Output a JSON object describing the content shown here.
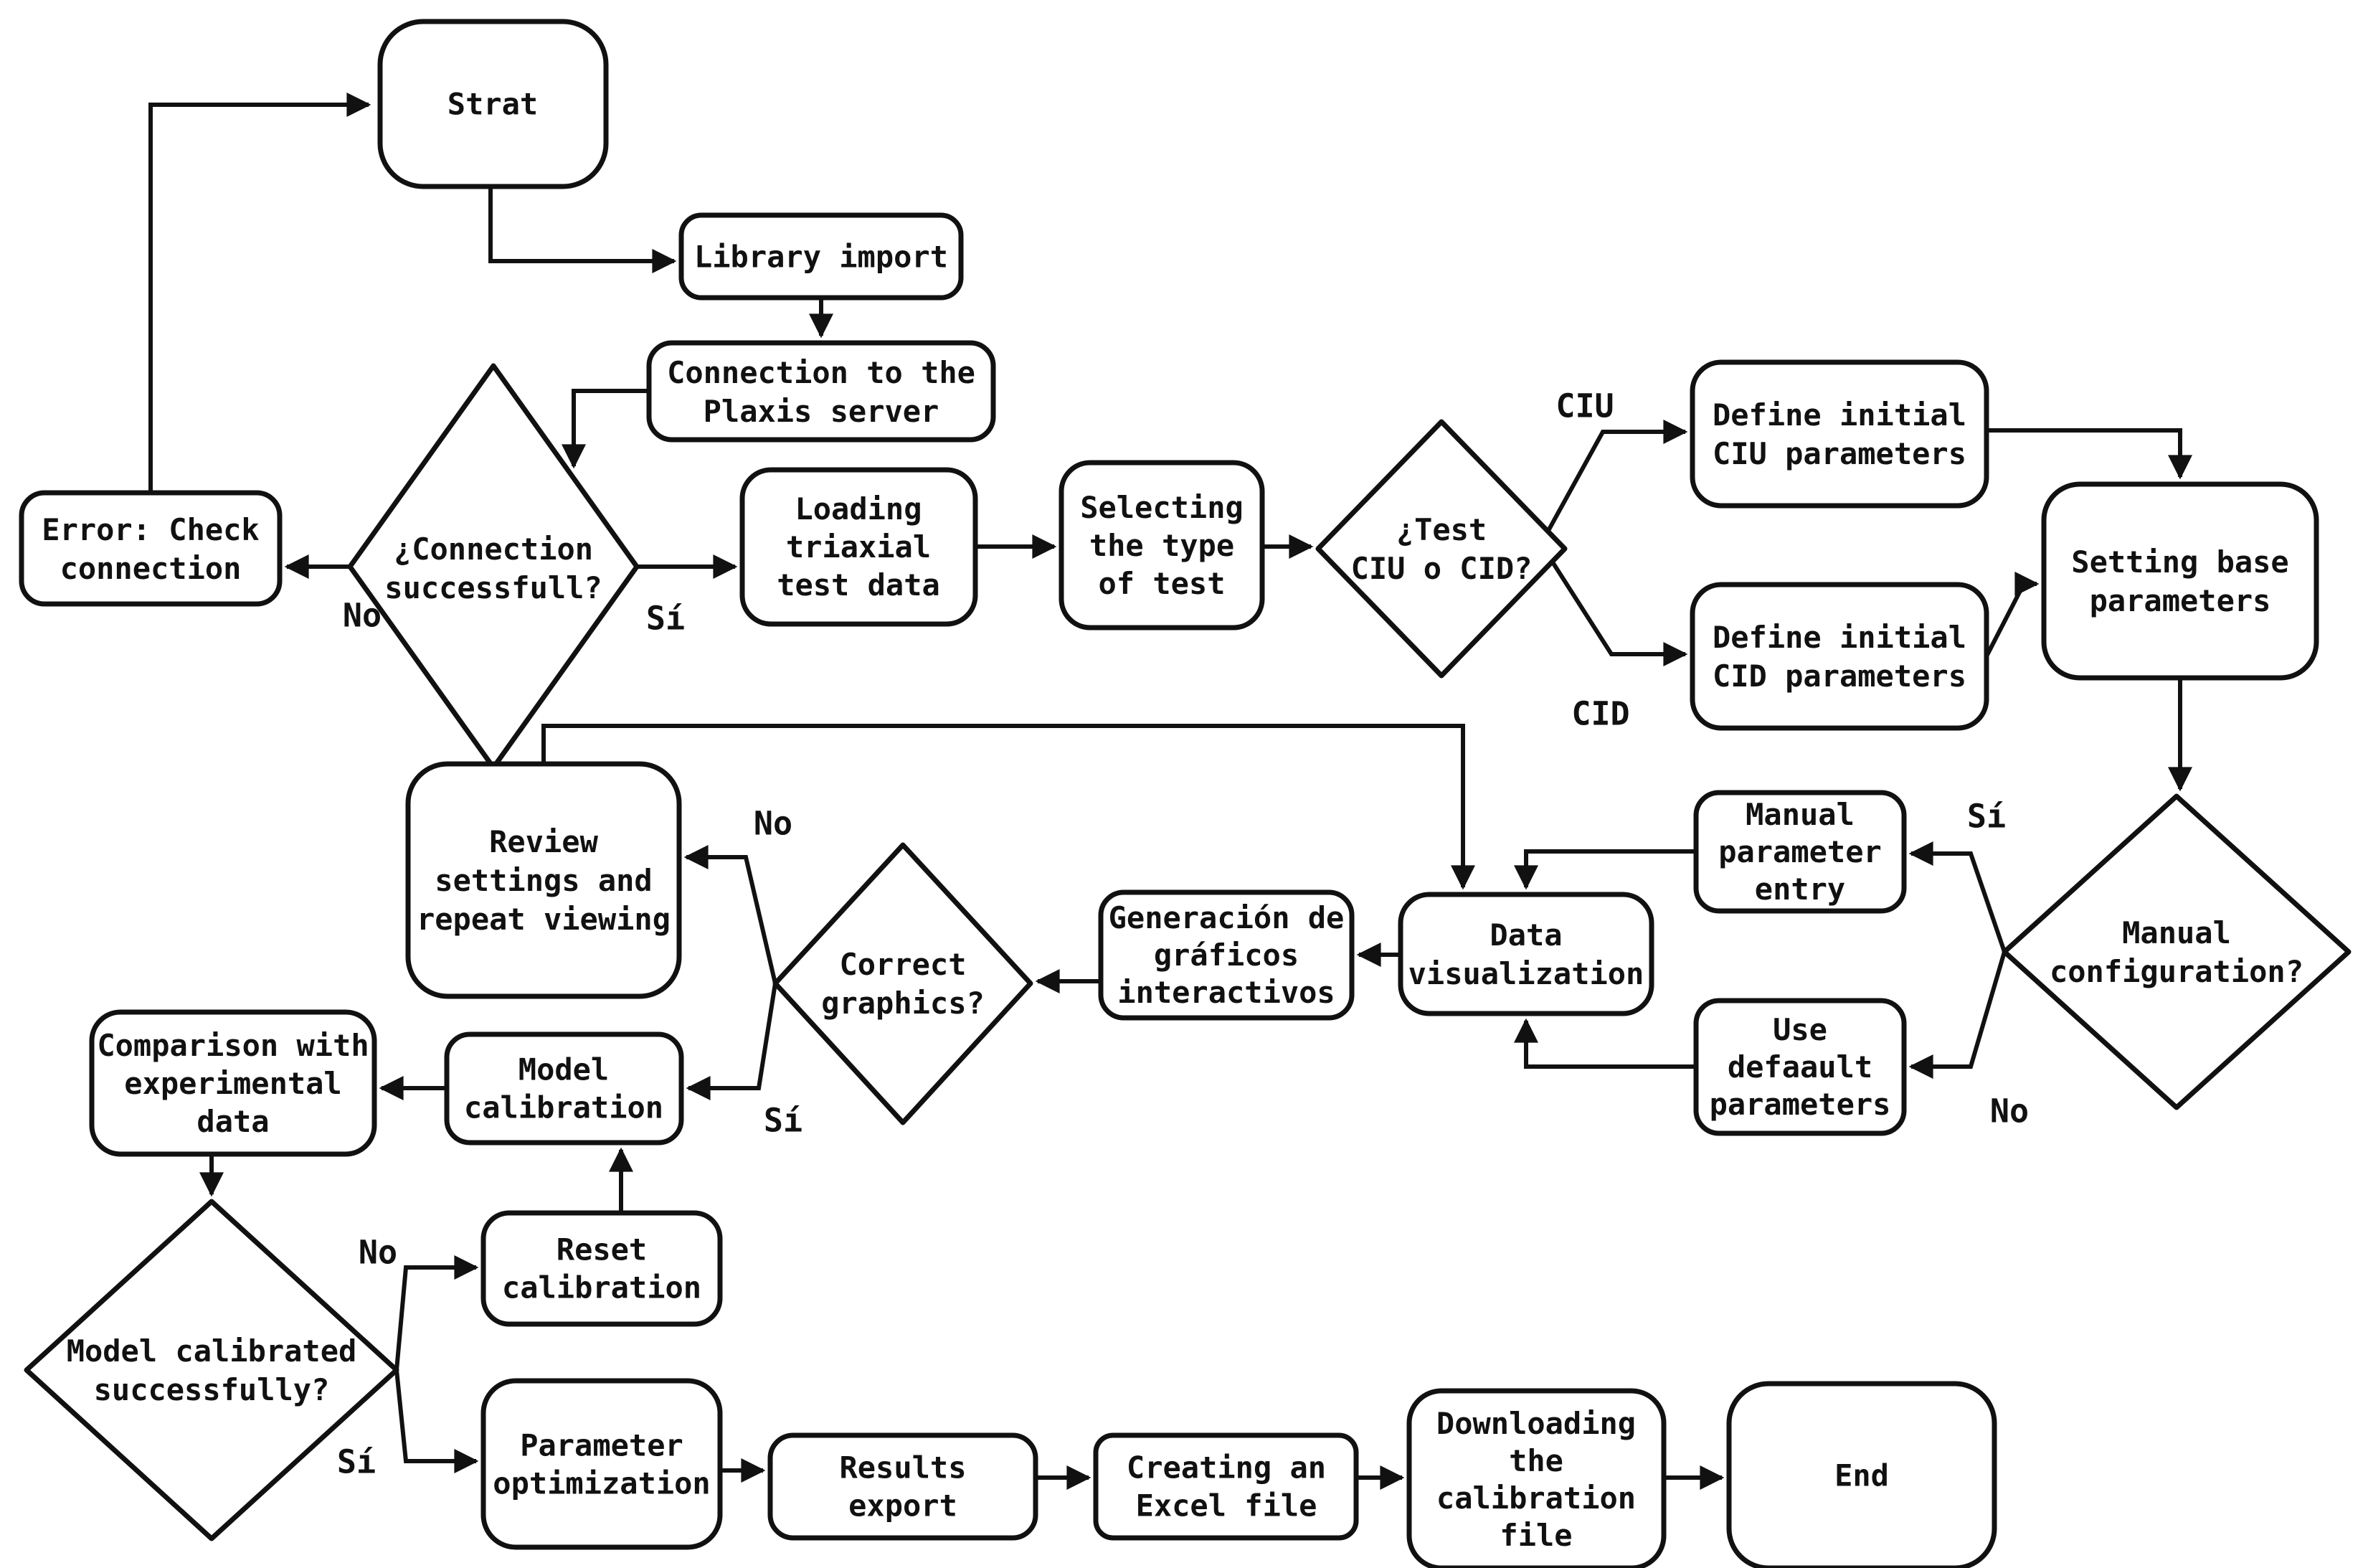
{
  "diagram": {
    "background_color": "#ffffff",
    "stroke_color": "#111111",
    "text_color": "#111111",
    "nodes": {
      "start": {
        "label": "Strat",
        "type": "terminator"
      },
      "library_import": {
        "label": "Library import",
        "type": "process"
      },
      "plaxis_connection": {
        "label": "Connection to the\nPlaxis server",
        "type": "process"
      },
      "connection_ok": {
        "label": "¿Connection\nsuccessfull?",
        "type": "decision"
      },
      "error_check": {
        "label": "Error: Check\nconnection",
        "type": "process"
      },
      "loading_data": {
        "label": "Loading\ntriaxial\ntest data",
        "type": "process"
      },
      "selecting_test": {
        "label": "Selecting\nthe type\nof test",
        "type": "process"
      },
      "test_type": {
        "label": "¿Test\nCIU o CID?",
        "type": "decision"
      },
      "define_ciu": {
        "label": "Define initial\nCIU parameters",
        "type": "process"
      },
      "define_cid": {
        "label": "Define initial\nCID parameters",
        "type": "process"
      },
      "setting_base": {
        "label": "Setting base\nparameters",
        "type": "process"
      },
      "manual_config": {
        "label": "Manual\nconfiguration?",
        "type": "decision"
      },
      "manual_entry": {
        "label": "Manual\nparameter\nentry",
        "type": "process"
      },
      "use_default": {
        "label": "Use\ndefaault\nparameters",
        "type": "process"
      },
      "data_visualization": {
        "label": "Data\nvisualization",
        "type": "process"
      },
      "generacion_graficos": {
        "label": "Generación de\ngráficos\ninteractivos",
        "type": "process"
      },
      "correct_graphics": {
        "label": "Correct\ngraphics?",
        "type": "decision"
      },
      "review_settings": {
        "label": "Review\nsettings and\nrepeat viewing",
        "type": "process"
      },
      "model_calibration": {
        "label": "Model\ncalibration",
        "type": "process"
      },
      "comparison": {
        "label": "Comparison with\nexperimental\ndata",
        "type": "process"
      },
      "model_calibrated": {
        "label": "Model calibrated\nsuccessfully?",
        "type": "decision"
      },
      "reset_calibration": {
        "label": "Reset\ncalibration",
        "type": "process"
      },
      "parameter_optimization": {
        "label": "Parameter\noptimization",
        "type": "process"
      },
      "results_export": {
        "label": "Results\nexport",
        "type": "process"
      },
      "excel_file": {
        "label": "Creating an\nExcel file",
        "type": "process"
      },
      "download_file": {
        "label": "Downloading\nthe\ncalibration\nfile",
        "type": "process"
      },
      "end": {
        "label": "End",
        "type": "terminator"
      }
    },
    "edge_labels": {
      "conn_no": "No",
      "conn_si": "Sí",
      "ciu": "CIU",
      "cid": "CID",
      "manual_si": "Sí",
      "manual_no": "No",
      "graphics_no": "No",
      "graphics_si": "Sí",
      "calibrated_no": "No",
      "calibrated_si": "Sí"
    }
  }
}
